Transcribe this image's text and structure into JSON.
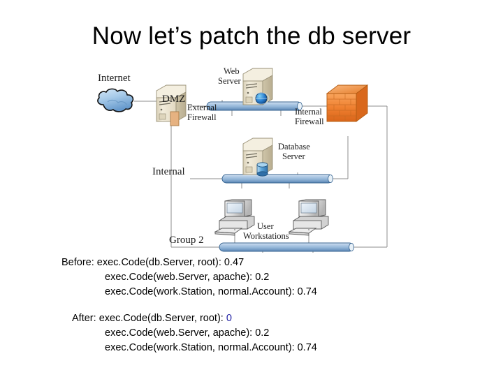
{
  "slide": {
    "title": "Now let’s patch the db server"
  },
  "diagram": {
    "name": "network-topology",
    "nodes": {
      "internet": {
        "label": "Internet",
        "icon": "cloud-icon"
      },
      "external_firewall": {
        "label_line1": "External",
        "label_line2": "Firewall",
        "icon": "server-tower-icon"
      },
      "web_server": {
        "label_line1": "Web",
        "label_line2": "Server",
        "icon": "web-server-icon"
      },
      "internal_firewall": {
        "label_line1": "Internal",
        "label_line2": "Firewall",
        "icon": "brick-firewall-icon"
      },
      "database_server": {
        "label_line1": "Database",
        "label_line2": "Server",
        "icon": "database-server-icon"
      },
      "user_workstations": {
        "label_line1": "User",
        "label_line2": "Workstations",
        "icon": "workstation-icon"
      }
    },
    "segments": {
      "dmz": "DMZ",
      "internal": "Internal",
      "group2": "Group 2"
    },
    "colors": {
      "bus_bar": "#8fb4d9",
      "bus_bar_dark": "#4a78a8",
      "cloud": "#9fc4e8",
      "firewall_orange": "#f08030",
      "server_beige": "#ece4cf",
      "link_line": "#808080"
    }
  },
  "results": {
    "before": {
      "heading": "Before:",
      "lines": [
        "exec.Code(db.Server, root): 0.47",
        "exec.Code(web.Server, apache): 0.2",
        "exec.Code(work.Station, normal.Account): 0.74"
      ]
    },
    "after": {
      "heading": "After:",
      "line1_prefix": "exec.Code(db.Server, root): ",
      "line1_value": "0",
      "lines": [
        "exec.Code(web.Server, apache): 0.2",
        "exec.Code(work.Station, normal.Account): 0.74"
      ],
      "highlight_color": "#2323a5"
    }
  }
}
